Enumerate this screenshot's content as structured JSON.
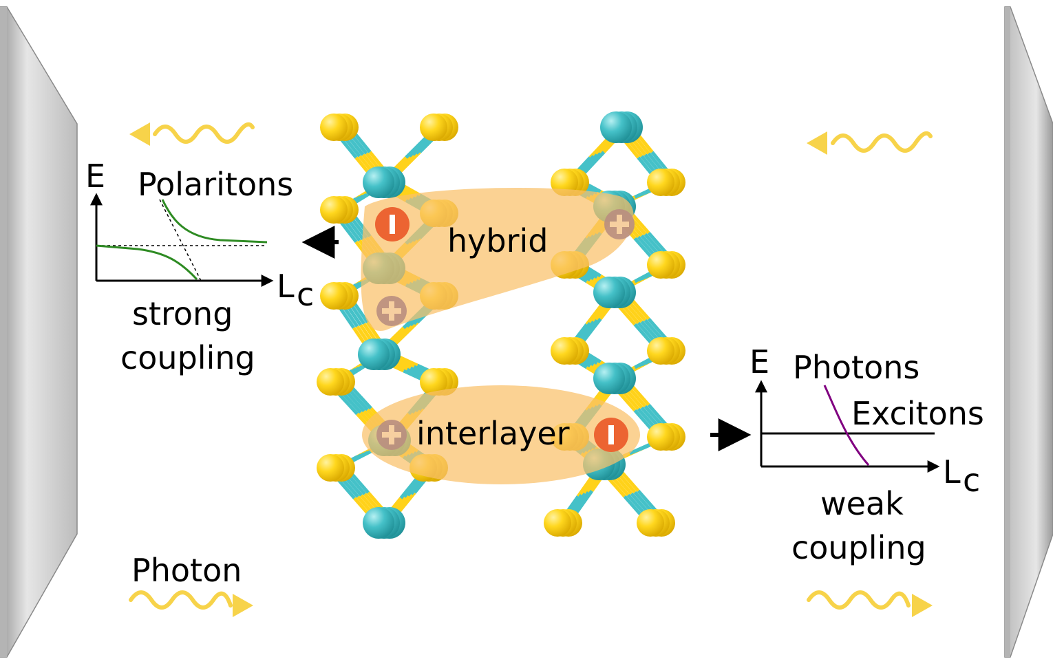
{
  "colors": {
    "mirror_light": "#d2d2d2",
    "mirror_dark": "#a6a6a6",
    "photon": "#f7d34a",
    "sulfur": "#ffd21a",
    "metal": "#45c1c8",
    "exciton_cloud": "#f9c06a",
    "electron": "#ec6432",
    "hole": "#b98e80",
    "polariton_curve": "#2e8b23",
    "photon_curve": "#800080",
    "axis": "#000000"
  },
  "left_panel": {
    "energy_axis": "E",
    "title": "Polaritons",
    "cavity_length_axis": "L",
    "cavity_length_subscript": "c",
    "regime_line1": "strong",
    "regime_line2": "coupling"
  },
  "right_panel": {
    "energy_axis": "E",
    "photon_label": "Photons",
    "exciton_label": "Excitons",
    "cavity_length_axis": "L",
    "cavity_length_subscript": "c",
    "regime_line1": "weak",
    "regime_line2": "coupling"
  },
  "center": {
    "hybrid_label": "hybrid",
    "interlayer_label": "interlayer"
  },
  "photon_label": "Photon",
  "icons": [
    "mirror-icon",
    "photon-wave-icon",
    "electron-icon",
    "hole-icon",
    "arrow-right-icon"
  ]
}
